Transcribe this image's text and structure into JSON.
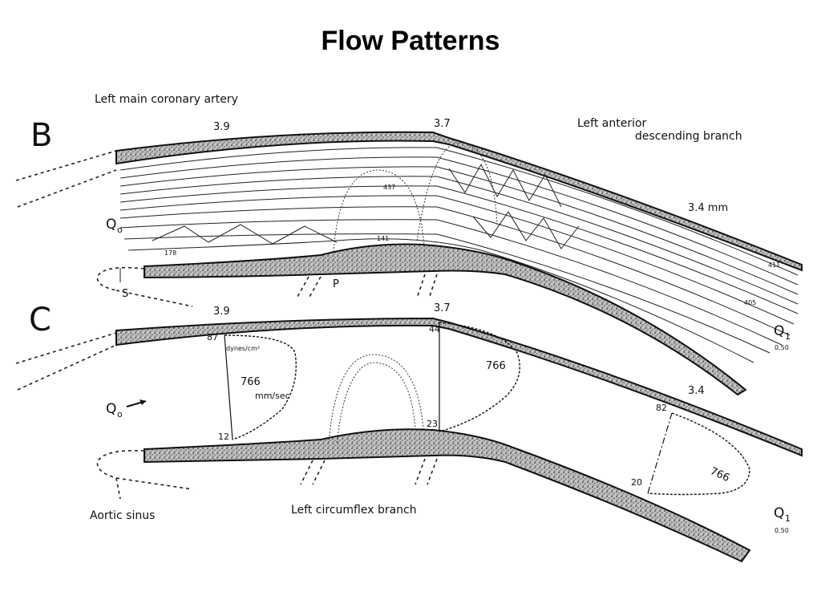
{
  "title": "Flow Patterns",
  "panel_b": {
    "letter": "B",
    "label_top_left": "Left main coronary artery",
    "label_top_right_line1": "Left anterior",
    "label_top_right_line2": "descending branch",
    "dim_left": "3.9",
    "dim_mid": "3.7",
    "dim_right": "3.4 mm",
    "inflow": "Q",
    "inflow_sub": "o",
    "marker_s": "S",
    "marker_p": "P",
    "outflow": "Q",
    "outflow_sub": "1",
    "outflow_value": "0.50"
  },
  "panel_c": {
    "letter": "C",
    "dim_left": "3.9",
    "dim_mid": "3.7",
    "dim_right": "3.4",
    "inflow": "Q",
    "inflow_sub": "o",
    "stress_top_left": "87",
    "stress_unit": "dynes/cm²",
    "velocity": "766",
    "velocity_unit": "mm/sec",
    "stress_bottom_left": "12",
    "stress_top_mid": "44",
    "velocity_mid": "766",
    "stress_bottom_mid": "23",
    "stress_top_right": "82",
    "stress_bottom_right": "20",
    "velocity_right": "766",
    "label_bottom_left": "Aortic sinus",
    "label_bottom_mid": "Left circumflex branch",
    "outflow": "Q",
    "outflow_sub": "1",
    "outflow_value": "0.50"
  }
}
